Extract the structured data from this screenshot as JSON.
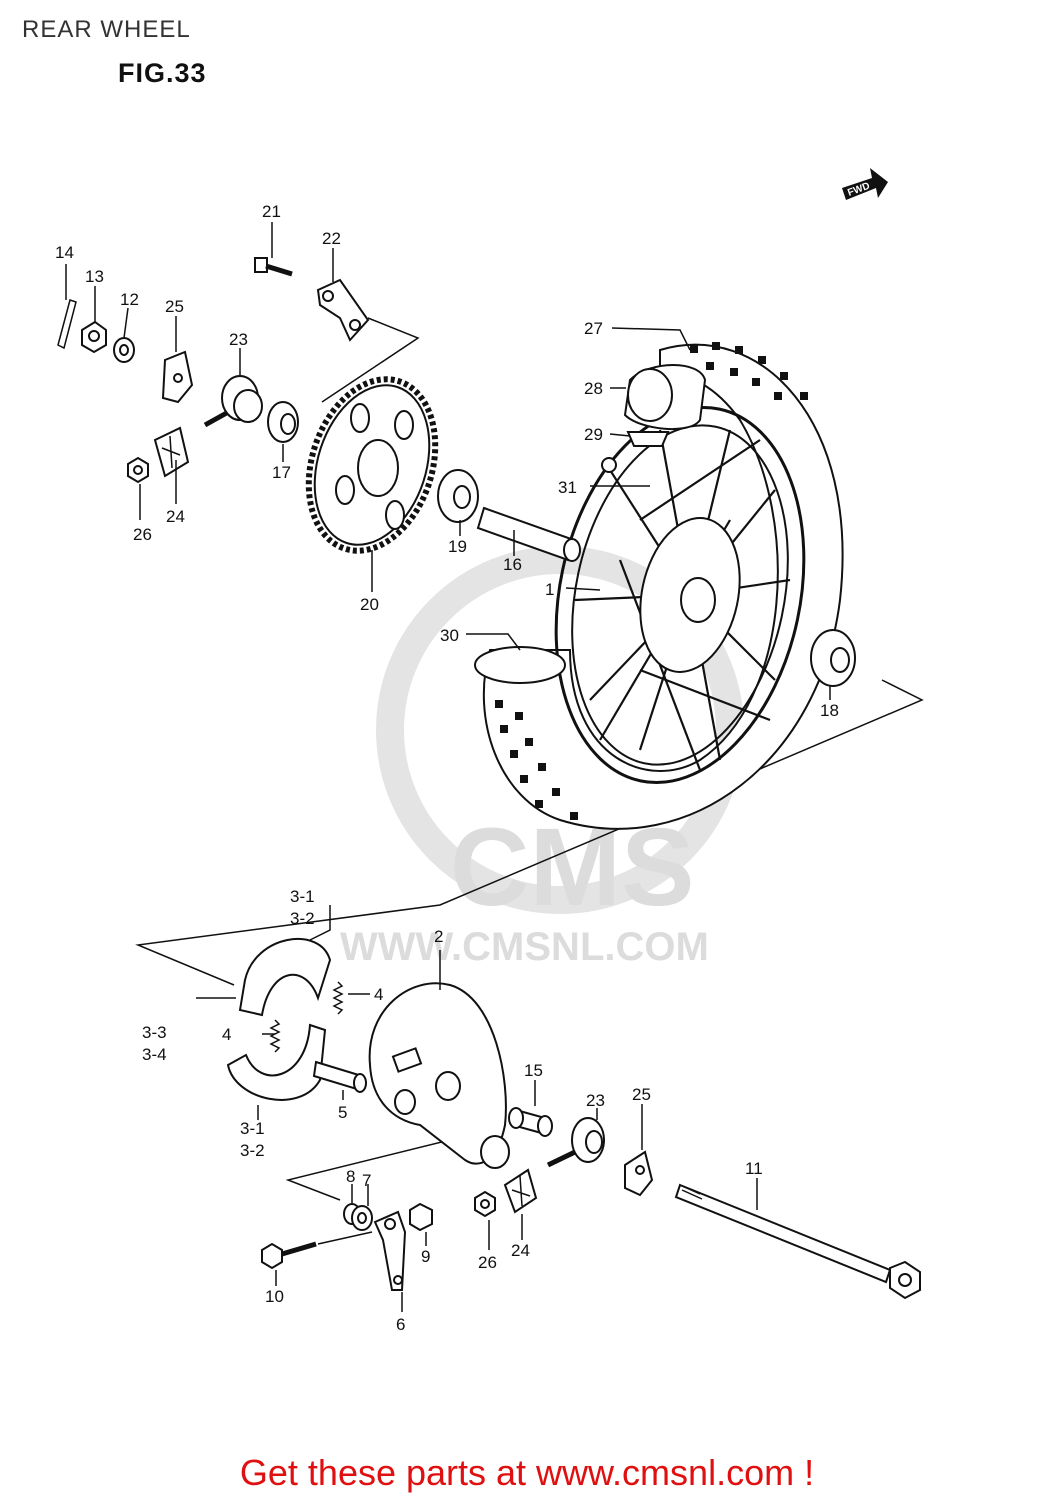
{
  "header": {
    "title": "REAR WHEEL",
    "figure": "FIG.33"
  },
  "fwd_label": "FWD",
  "watermark": {
    "brand": "CMS",
    "url": "WWW.CMSNL.COM"
  },
  "callouts": {
    "c1": "1",
    "c2": "2",
    "c3_1a": "3-1",
    "c3_2a": "3-2",
    "c3_3": "3-3",
    "c3_4": "3-4",
    "c3_1b": "3-1",
    "c3_2b": "3-2",
    "c4a": "4",
    "c4b": "4",
    "c5": "5",
    "c6": "6",
    "c7": "7",
    "c8": "8",
    "c9": "9",
    "c10": "10",
    "c11": "11",
    "c12": "12",
    "c13": "13",
    "c14": "14",
    "c15": "15",
    "c16": "16",
    "c17": "17",
    "c18": "18",
    "c19": "19",
    "c20": "20",
    "c21": "21",
    "c22": "22",
    "c23a": "23",
    "c23b": "23",
    "c24a": "24",
    "c24b": "24",
    "c25a": "25",
    "c25b": "25",
    "c26a": "26",
    "c26b": "26",
    "c27": "27",
    "c28": "28",
    "c29": "29",
    "c30": "30",
    "c31": "31"
  },
  "footer": {
    "text": "Get these parts at www.cmsnl.com !"
  }
}
